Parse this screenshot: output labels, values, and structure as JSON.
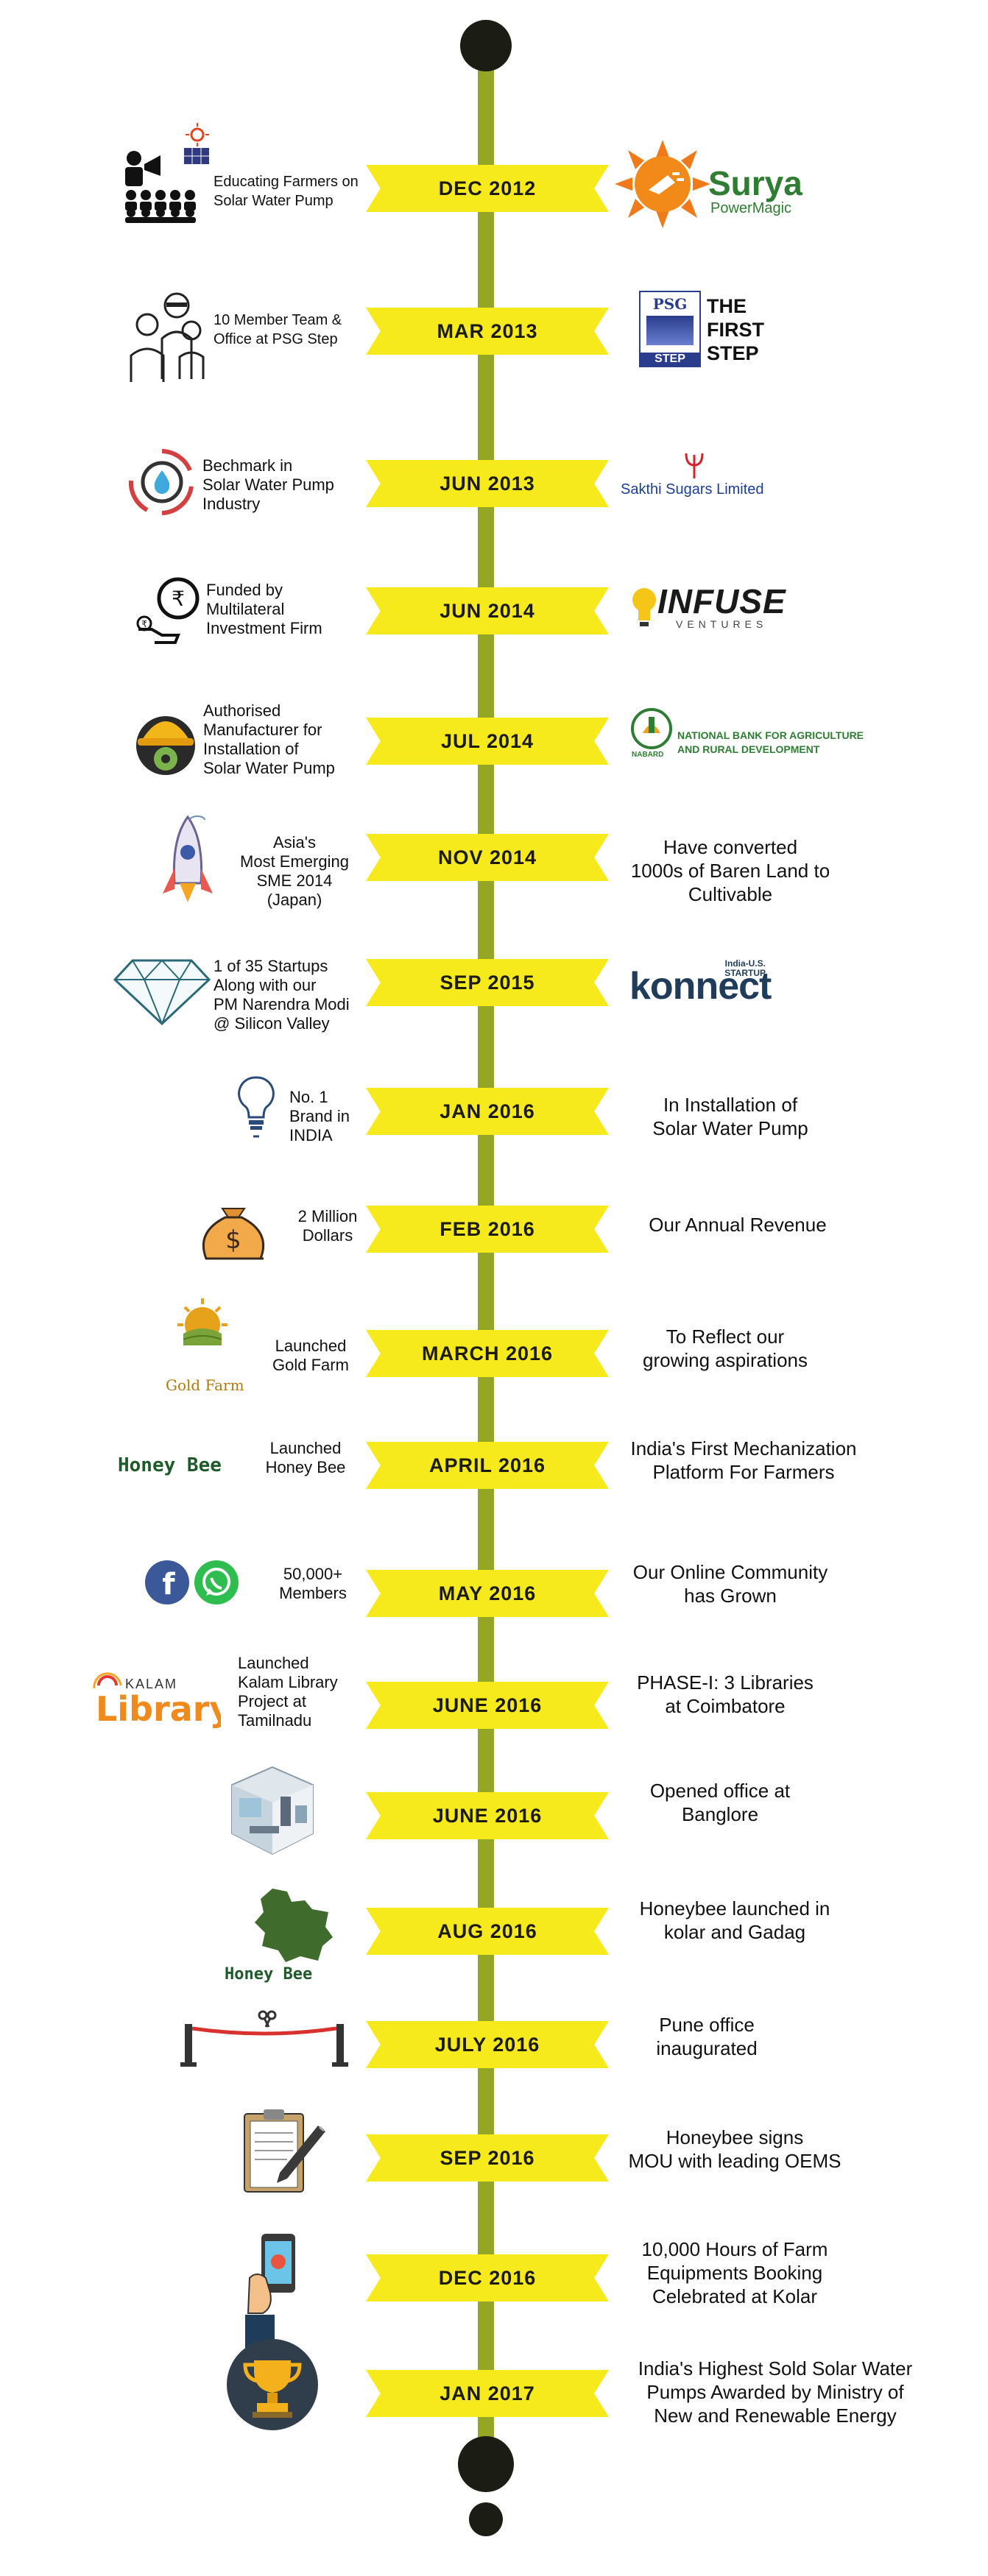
{
  "events": [
    {
      "date": "DEC 2012",
      "left": "Educating Farmers on\nSolar Water Pump",
      "right": ""
    },
    {
      "date": "MAR 2013",
      "left": "10 Member Team &\nOffice at PSG Step",
      "right": ""
    },
    {
      "date": "JUN 2013",
      "left": "Bechmark in\nSolar Water Pump\nIndustry",
      "right": ""
    },
    {
      "date": "JUN 2014",
      "left": "Funded by\nMultilateral\nInvestment Firm",
      "right": ""
    },
    {
      "date": "JUL 2014",
      "left": "Authorised\nManufacturer for\nInstallation of\nSolar Water Pump",
      "right": ""
    },
    {
      "date": "NOV 2014",
      "left": "Asia's\nMost Emerging\nSME 2014\n(Japan)",
      "right": "Have converted\n1000s of Baren Land to\nCultivable"
    },
    {
      "date": "SEP 2015",
      "left": "1 of 35 Startups\nAlong with our\nPM Narendra Modi\n@ Silicon Valley",
      "right": ""
    },
    {
      "date": "JAN 2016",
      "left": "No. 1\nBrand in\nINDIA",
      "right": "In Installation of\nSolar Water Pump"
    },
    {
      "date": "FEB 2016",
      "left": "2 Million\nDollars",
      "right": "Our Annual Revenue"
    },
    {
      "date": "MARCH 2016",
      "left": "Launched\nGold Farm",
      "right": "To Reflect our\ngrowing aspirations"
    },
    {
      "date": "APRIL 2016",
      "left": "Launched\nHoney Bee",
      "right": "India's First Mechanization\nPlatform For Farmers"
    },
    {
      "date": "MAY 2016",
      "left": "50,000+\nMembers",
      "right": "Our Online Community\nhas Grown"
    },
    {
      "date": "JUNE 2016",
      "left": "Launched\nKalam Library\nProject at\nTamilnadu",
      "right": "PHASE-I:  3 Libraries\nat Coimbatore"
    },
    {
      "date": "JUNE 2016",
      "left": "",
      "right": "Opened office at\nBanglore"
    },
    {
      "date": "AUG 2016",
      "left": "",
      "right": "Honeybee launched in\nkolar and Gadag"
    },
    {
      "date": "JULY 2016",
      "left": "",
      "right": "Pune office\ninaugurated"
    },
    {
      "date": "SEP 2016",
      "left": "",
      "right": "Honeybee signs\nMOU with leading OEMS"
    },
    {
      "date": "DEC 2016",
      "left": "",
      "right": "10,000 Hours of Farm\nEquipments Booking\nCelebrated at Kolar"
    },
    {
      "date": "JAN 2017",
      "left": "",
      "right": "India's Highest Sold Solar Water\nPumps Awarded by Ministry of\nNew and Renewable Energy"
    }
  ],
  "logos": {
    "surya": "Surya",
    "surya_sub": "PowerMagic",
    "psg_top": "PSG",
    "psg_bottom": "STEP",
    "first_step": "THE\nFIRST\nSTEP",
    "sakthi": "Sakthi Sugars Limited",
    "infuse": "INFUSE",
    "infuse_sub": "VENTURES",
    "nabard": "NATIONAL BANK FOR AGRICULTURE\nAND RURAL DEVELOPMENT",
    "nabard_small": "NABARD",
    "konnect": "konnect",
    "konnect_tag": "India-U.S.\nSTARTUP",
    "gold_farm": "Gold Farm",
    "honey_bee": "Honey Bee",
    "honey_bee_map": "Honey Bee",
    "kalam": "KALAM",
    "library": "Library"
  },
  "colors": {
    "axis": "#95a524",
    "ribbon": "#f7ea1c",
    "dot": "#1b1d14"
  }
}
